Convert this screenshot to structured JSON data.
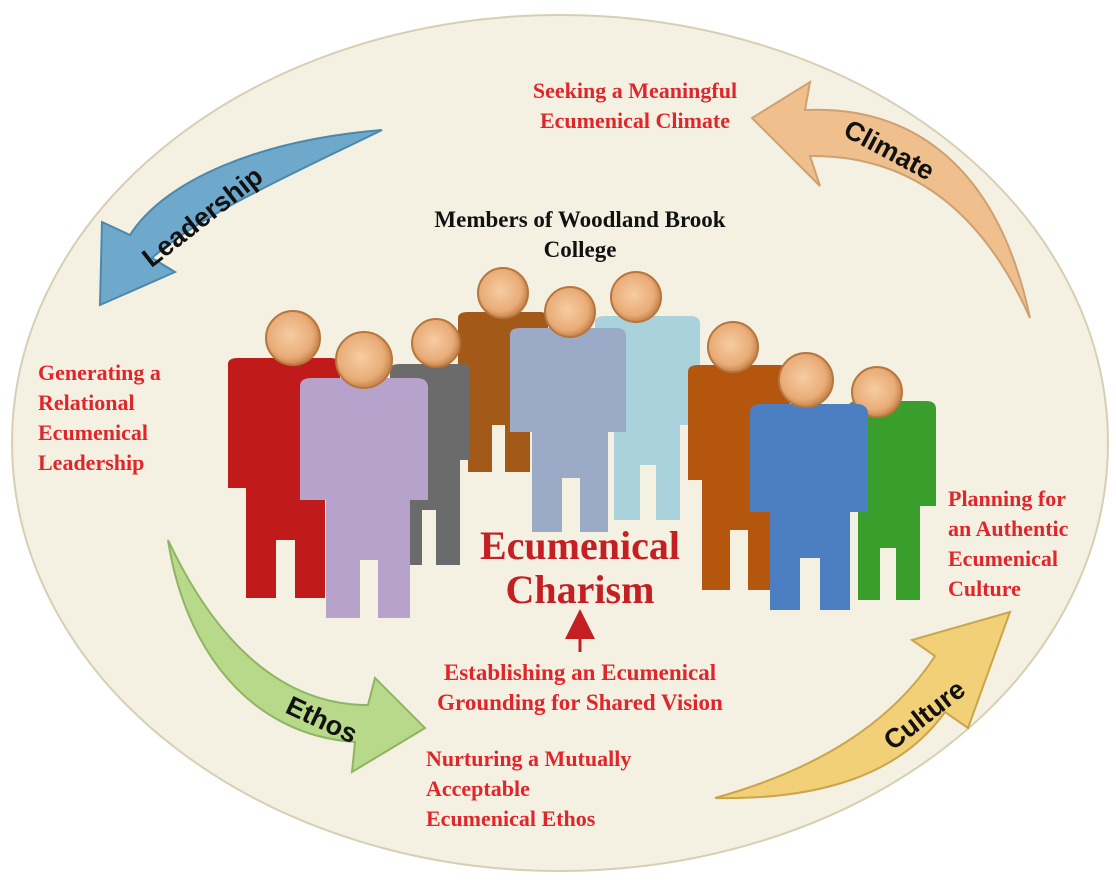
{
  "title": "Members of Woodland Brook\nCollege",
  "center": {
    "title": "Ecumenical\nCharism",
    "caption": "Establishing an Ecumenical\nGrounding for Shared Vision"
  },
  "cycle": [
    {
      "arrow": "Climate",
      "text": "Seeking a Meaningful\nEcumenical Climate",
      "color": "#efc08e"
    },
    {
      "arrow": "Leadership",
      "text": "Generating a\nRelational\nEcumenical\nLeadership",
      "color": "#6ea9cc"
    },
    {
      "arrow": "Ethos",
      "text": "Nurturing a Mutually\nAcceptable\nEcumenical Ethos",
      "color": "#b8d98a"
    },
    {
      "arrow": "Culture",
      "text": "Planning for\nan Authentic\nEcumenical\nCulture",
      "color": "#f2d078"
    }
  ],
  "colors": {
    "background_ellipse": "#f4f1e3",
    "label_text": "#e0262b",
    "center_title": "#c41f23",
    "figures": [
      "#c11a1a",
      "#6b6b6b",
      "#a35a18",
      "#9baac6",
      "#a9d2dc",
      "#b5560f",
      "#b7a2cb",
      "#4b7fc1",
      "#3a9e2c"
    ]
  }
}
